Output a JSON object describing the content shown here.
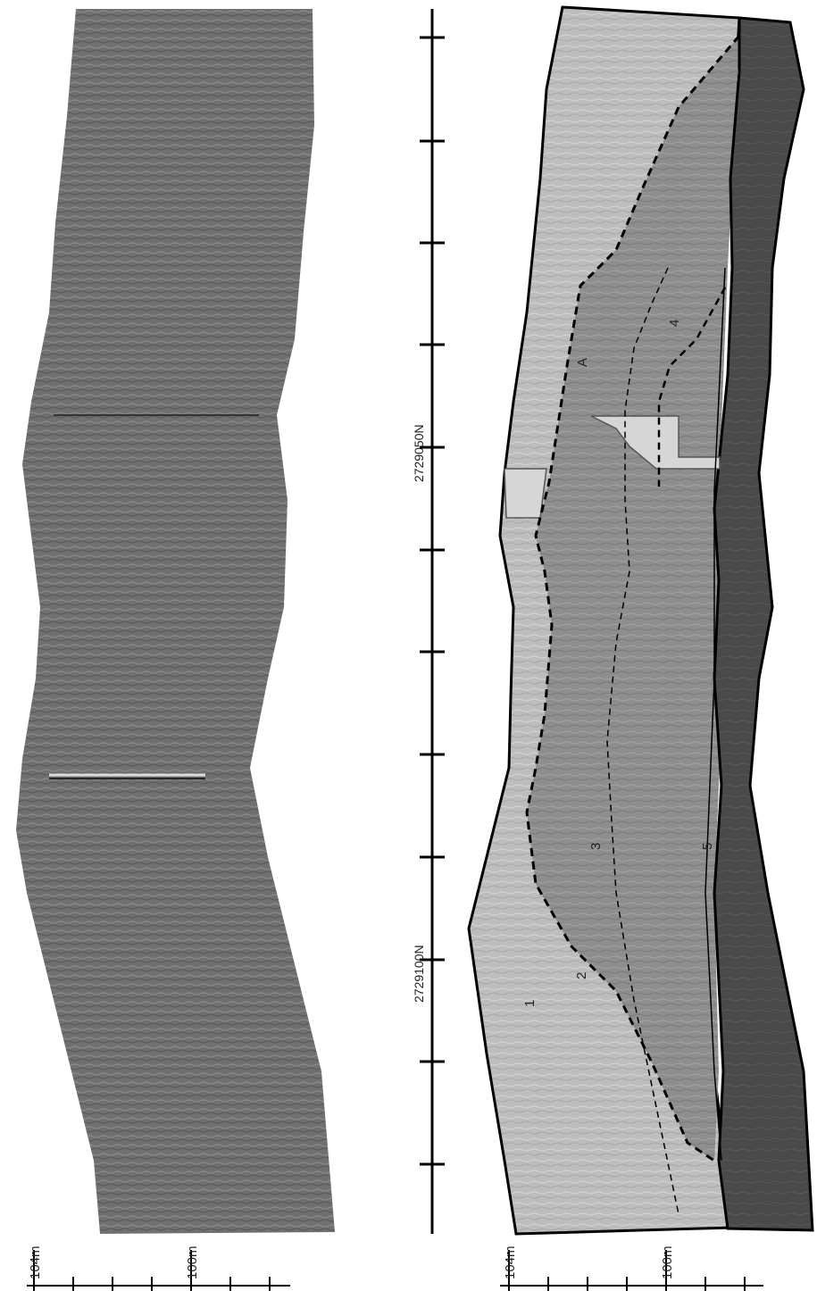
{
  "figure": {
    "left_panel": {
      "depth_labels": [
        "104m",
        "100m"
      ]
    },
    "right_panel": {
      "depth_labels": [
        "104m",
        "100m"
      ],
      "northing_labels": [
        "2729050N",
        "2729100N"
      ],
      "unit_labels": [
        "1",
        "2",
        "3",
        "4",
        "5",
        "A"
      ]
    }
  },
  "colors": {
    "radar_background": "#6f6f6f",
    "unit_light": "#bdbdbd",
    "unit_medium": "#8e8e8e",
    "unit_dark": "#4a4a4a",
    "highlight_box": "#d6d6d6",
    "line": "#000000"
  }
}
